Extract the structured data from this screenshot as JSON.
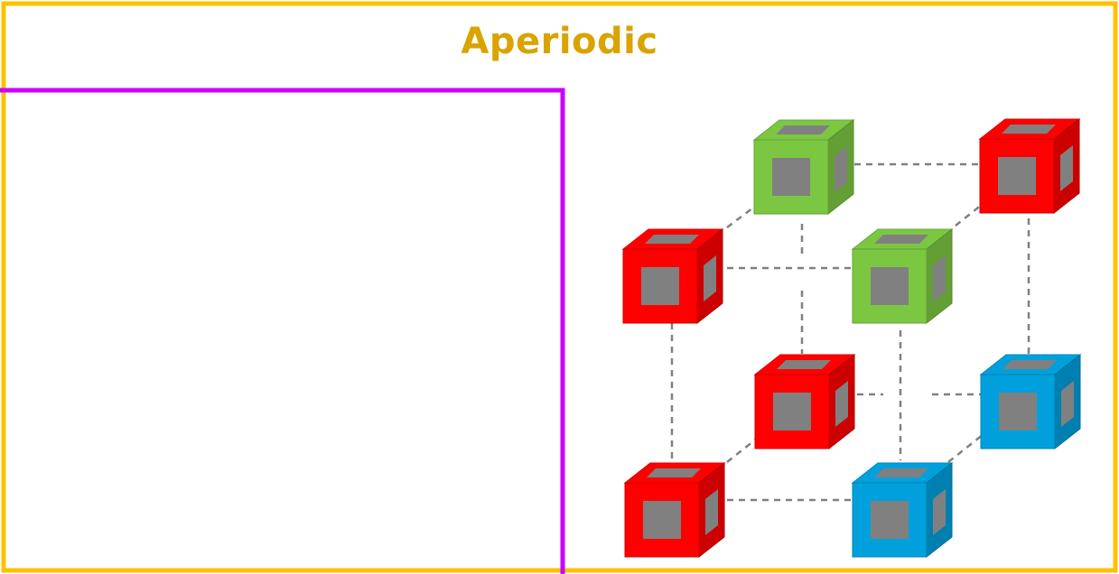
{
  "title": "Aperiodic",
  "colors": {
    "frame_border": "#FFC000",
    "title_text": "#D9A300",
    "panel_border": "#CC00FF",
    "lattice_line": "#808080",
    "cube_inset": "#808080",
    "red_cube": "#FF0000",
    "green_cube": "#7CC742",
    "blue_cube": "#00A0DC"
  },
  "cubes": [
    {
      "name": "cube-back-top-left",
      "color": "green"
    },
    {
      "name": "cube-back-top-right",
      "color": "red"
    },
    {
      "name": "cube-front-top-left",
      "color": "red"
    },
    {
      "name": "cube-front-top-right",
      "color": "green"
    },
    {
      "name": "cube-back-bottom-left",
      "color": "red"
    },
    {
      "name": "cube-back-bottom-right",
      "color": "blue"
    },
    {
      "name": "cube-front-bottom-left",
      "color": "red"
    },
    {
      "name": "cube-front-bottom-right",
      "color": "blue"
    }
  ]
}
